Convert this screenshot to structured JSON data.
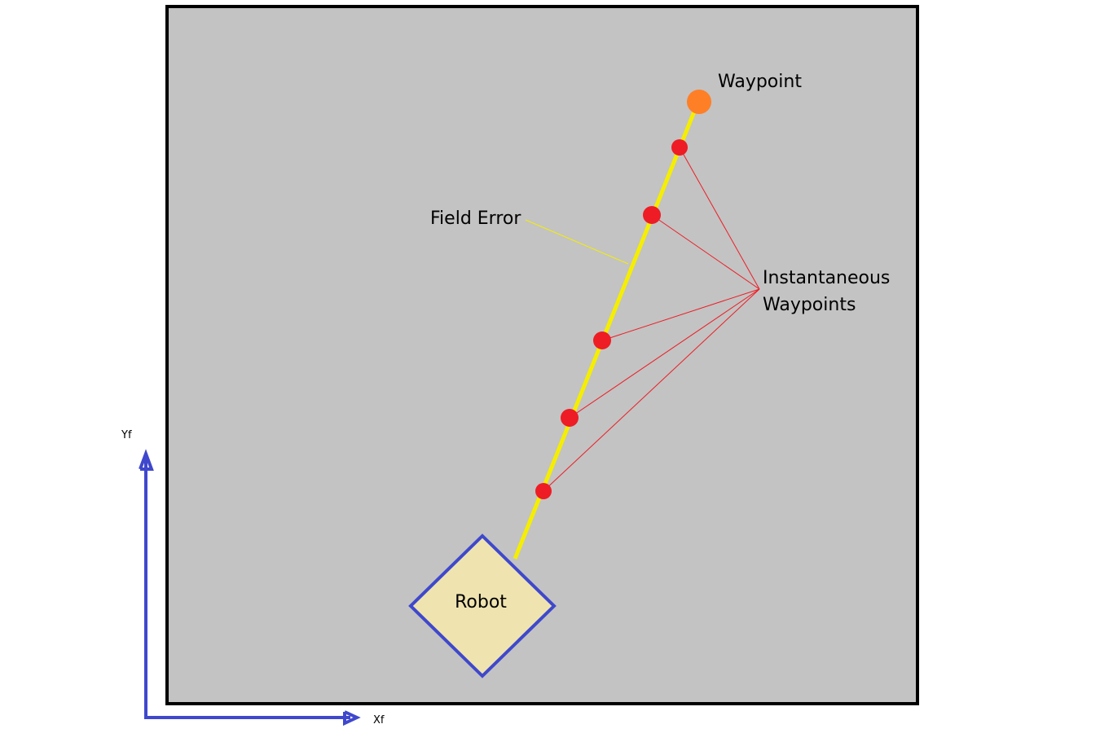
{
  "labels": {
    "waypoint": "Waypoint",
    "field_error": "Field Error",
    "instantaneous_line1": "Instantaneous",
    "instantaneous_line2": "Waypoints",
    "robot": "Robot",
    "x_axis": "Xf",
    "y_axis": "Yf"
  },
  "colors": {
    "background": "#ffffff",
    "field_fill": "#c3c3c3",
    "field_border": "#000000",
    "path": "#f5ee00",
    "instantaneous_waypoint": "#ee1c24",
    "leader_line": "#ee1c24",
    "field_error_leader": "#f5ee00",
    "waypoint": "#ff7f27",
    "robot_fill": "#efe4b0",
    "robot_border": "#3f48cc",
    "axes": "#3f48cc"
  }
}
